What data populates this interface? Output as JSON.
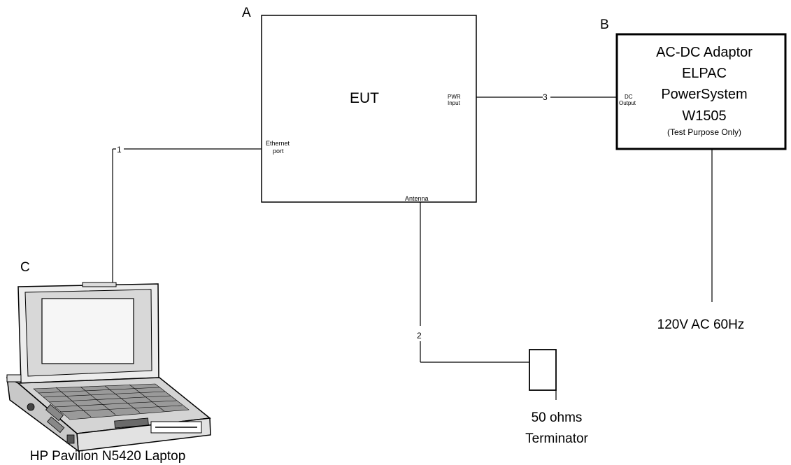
{
  "diagram": {
    "labels": {
      "a": "A",
      "b": "B",
      "c": "C"
    },
    "eut": {
      "title": "EUT",
      "pwr_input": [
        "PWR",
        "Input"
      ],
      "ethernet_port": [
        "Ethernet",
        "port"
      ],
      "antenna": "Antenna"
    },
    "adaptor": {
      "lines": [
        "AC-DC Adaptor",
        "ELPAC",
        "PowerSystem",
        "W1505"
      ],
      "note": "(Test Purpose Only)",
      "dc_output": [
        "DC",
        "Output"
      ]
    },
    "ac_source": "120V AC 60Hz",
    "terminator": [
      "50 ohms",
      "Terminator"
    ],
    "laptop": "HP Pavilion N5420 Laptop",
    "cables": {
      "c1": "1",
      "c2": "2",
      "c3": "3"
    }
  }
}
